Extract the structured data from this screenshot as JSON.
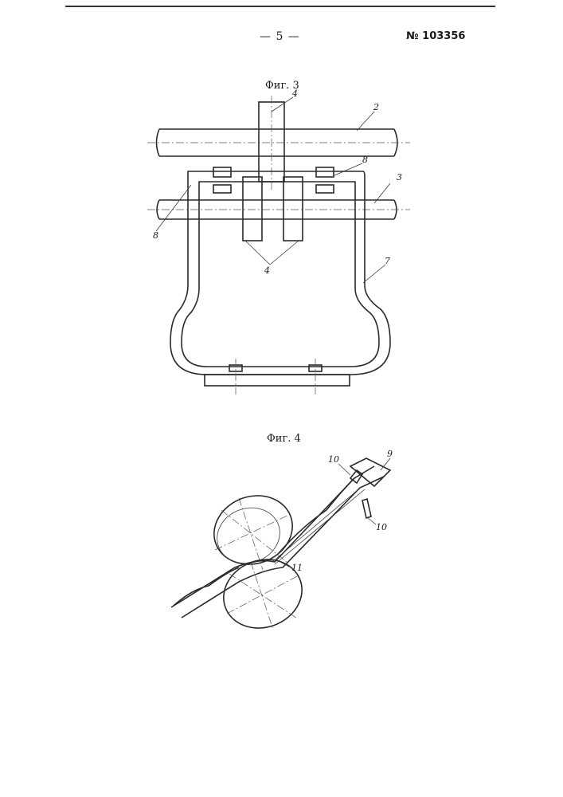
{
  "header": {
    "page_number": "— 5 —",
    "patent_number": "№ 103356"
  },
  "figures": [
    {
      "caption": "Фиг. 3",
      "labels": [
        "4",
        "2",
        "8",
        "3",
        "8",
        "4",
        "7"
      ]
    },
    {
      "caption": "Фиг. 4",
      "labels": [
        "10",
        "9",
        "10",
        "11"
      ]
    }
  ]
}
